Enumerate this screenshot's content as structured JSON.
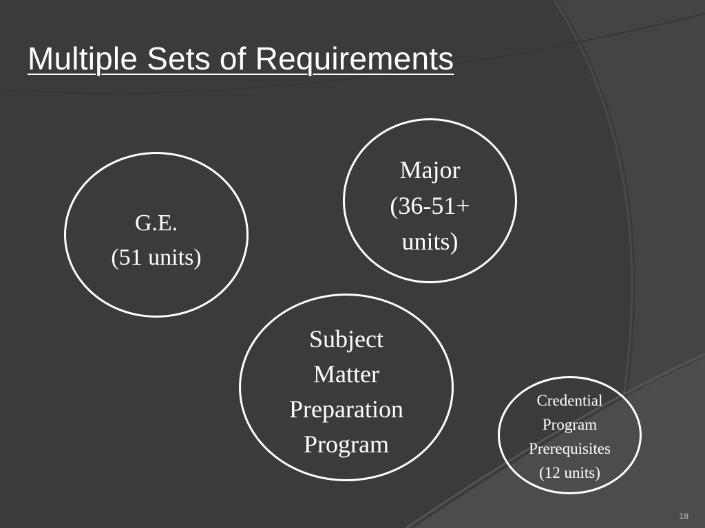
{
  "slide": {
    "title": "Multiple Sets of Requirements",
    "page_number": "18",
    "background_color": "#3a3a3a",
    "accent_color": "#ffffff"
  },
  "bubbles": {
    "ge": {
      "lines": [
        "G.E.",
        "(51 units)"
      ]
    },
    "major": {
      "lines": [
        "Major",
        "(36-51+",
        "units)"
      ]
    },
    "subject_matter": {
      "lines": [
        "Subject",
        "Matter",
        "Preparation",
        "Program"
      ]
    },
    "credential": {
      "lines": [
        "Credential",
        "Program",
        "Prerequisites",
        "(12 units)"
      ]
    }
  }
}
